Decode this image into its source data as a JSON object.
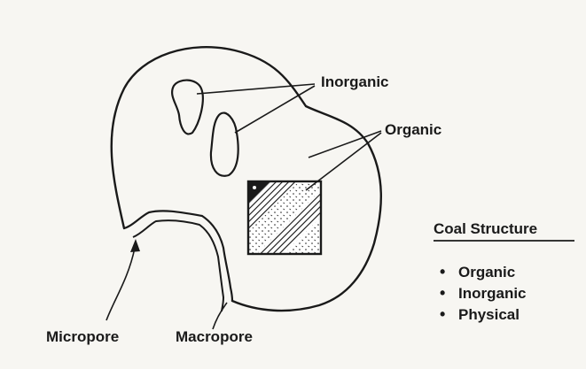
{
  "labels": {
    "inorganic": "Inorganic",
    "organic": "Organic",
    "micropore": "Micropore",
    "macropore": "Macropore"
  },
  "legend": {
    "title": "Coal Structure",
    "items": [
      "Organic",
      "Inorganic",
      "Physical"
    ],
    "bullet": "•"
  },
  "colors": {
    "ink": "#1a1a1a",
    "paper": "#f7f6f2"
  }
}
